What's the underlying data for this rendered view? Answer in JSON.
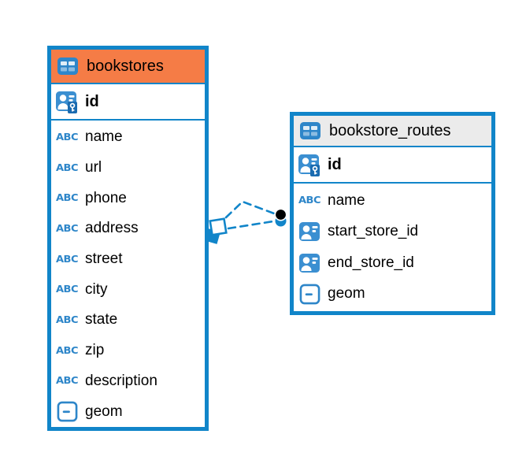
{
  "diagram_type": "entity-relationship-diagram",
  "colors": {
    "table_border": "#1185c9",
    "bookstores_header_bg": "#f57c46",
    "routes_header_bg": "#ebebeb",
    "icon_blue": "#3b8fd1",
    "connector_blue": "#1185c9",
    "connector_dot": "#000000"
  },
  "icons": {
    "text_glyph": "ABC"
  },
  "tables": [
    {
      "title": "bookstores",
      "columns": [
        {
          "label": "id",
          "type": "primary-key"
        },
        {
          "label": "name",
          "type": "text"
        },
        {
          "label": "url",
          "type": "text"
        },
        {
          "label": "phone",
          "type": "text"
        },
        {
          "label": "address",
          "type": "text"
        },
        {
          "label": "street",
          "type": "text"
        },
        {
          "label": "city",
          "type": "text"
        },
        {
          "label": "state",
          "type": "text"
        },
        {
          "label": "zip",
          "type": "text"
        },
        {
          "label": "description",
          "type": "text"
        },
        {
          "label": "geom",
          "type": "geometry"
        }
      ]
    },
    {
      "title": "bookstore_routes",
      "columns": [
        {
          "label": "id",
          "type": "primary-key"
        },
        {
          "label": "name",
          "type": "text"
        },
        {
          "label": "start_store_id",
          "type": "reference"
        },
        {
          "label": "end_store_id",
          "type": "reference"
        },
        {
          "label": "geom",
          "type": "geometry"
        }
      ]
    }
  ],
  "relationships": [
    {
      "between": [
        "bookstores",
        "bookstore_routes"
      ],
      "style": "dashed"
    },
    {
      "between": [
        "bookstores",
        "bookstore_routes"
      ],
      "style": "dashed"
    }
  ]
}
